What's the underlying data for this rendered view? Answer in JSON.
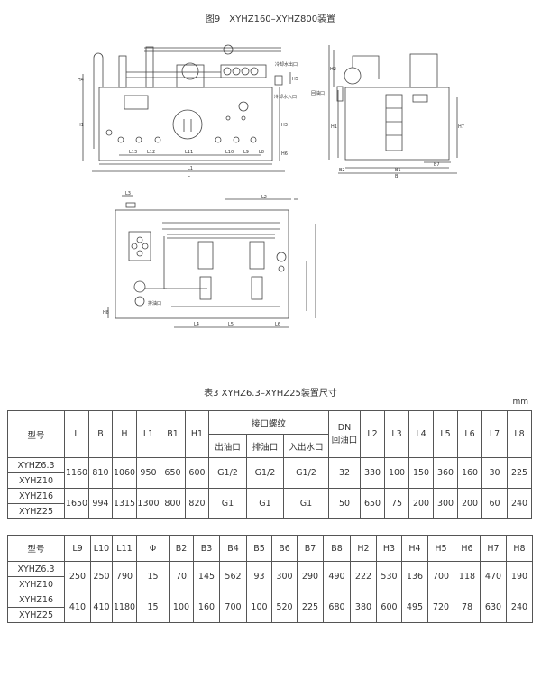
{
  "figure": {
    "title": "图9　XYHZ160–XYHZ800装置",
    "labels": {
      "cooling_out": "冷却水出口",
      "cooling_in": "冷却水入口",
      "return_oil": "回油口",
      "drain_oil": "排油口"
    },
    "dims": {
      "L": "L",
      "L1": "L1",
      "L10": "L10",
      "L11": "L11",
      "L12": "L12",
      "L13": "L13",
      "L8": "L8",
      "L9": "L9",
      "H1": "H1",
      "H2": "H2",
      "H3": "H3",
      "H4": "H4",
      "H5": "H5",
      "H6": "H6",
      "H7": "H7",
      "H8": "H8",
      "B": "B",
      "B1": "B1",
      "B2": "B2",
      "B7": "B7",
      "L2": "L2",
      "L3": "L3",
      "L4": "L4",
      "L5": "L5",
      "L6": "L6"
    }
  },
  "table": {
    "title": "表3  XYHZ6.3–XYHZ25装置尺寸",
    "unit": "mm",
    "t1": {
      "model_header": "型号",
      "cols_before": [
        "L",
        "B",
        "H",
        "L1",
        "B1",
        "H1"
      ],
      "group_header": "接口螺纹",
      "group_cols": [
        "出油口",
        "排油口",
        "入出水口"
      ],
      "dn_header": "DN",
      "dn_sub": "回油口",
      "cols_after": [
        "L2",
        "L3",
        "L4",
        "L5",
        "L6",
        "L7",
        "L8"
      ],
      "rows": [
        {
          "models": [
            "XYHZ6.3",
            "XYHZ10"
          ],
          "values": [
            "1160",
            "810",
            "1060",
            "950",
            "650",
            "600",
            "G1/2",
            "G1/2",
            "G1/2",
            "32",
            "330",
            "100",
            "150",
            "360",
            "160",
            "30",
            "225"
          ]
        },
        {
          "models": [
            "XYHZ16",
            "XYHZ25"
          ],
          "values": [
            "1650",
            "994",
            "1315",
            "1300",
            "800",
            "820",
            "G1",
            "G1",
            "G1",
            "50",
            "650",
            "75",
            "200",
            "300",
            "200",
            "60",
            "240"
          ]
        }
      ]
    },
    "t2": {
      "model_header": "型号",
      "cols": [
        "L9",
        "L10",
        "L11",
        "Φ",
        "B2",
        "B3",
        "B4",
        "B5",
        "B6",
        "B7",
        "B8",
        "H2",
        "H3",
        "H4",
        "H5",
        "H6",
        "H7",
        "H8"
      ],
      "rows": [
        {
          "models": [
            "XYHZ6.3",
            "XYHZ10"
          ],
          "values": [
            "250",
            "250",
            "790",
            "15",
            "70",
            "145",
            "562",
            "93",
            "300",
            "290",
            "490",
            "222",
            "530",
            "136",
            "700",
            "118",
            "470",
            "190"
          ]
        },
        {
          "models": [
            "XYHZ16",
            "XYHZ25"
          ],
          "values": [
            "410",
            "410",
            "1180",
            "15",
            "100",
            "160",
            "700",
            "100",
            "520",
            "225",
            "680",
            "380",
            "600",
            "495",
            "720",
            "78",
            "630",
            "240"
          ]
        }
      ]
    }
  }
}
